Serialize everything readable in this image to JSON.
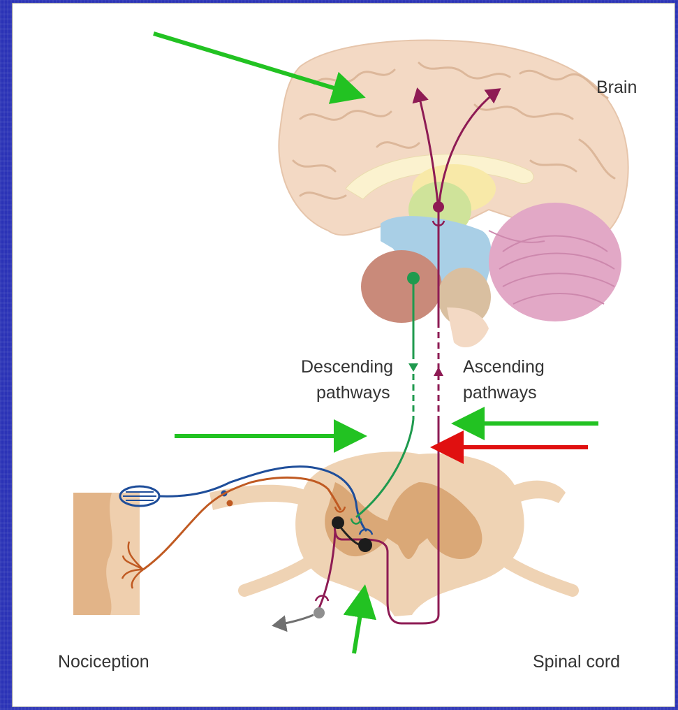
{
  "labels": {
    "brain": "Brain",
    "descending_line1": "Descending",
    "descending_line2": "pathways",
    "ascending_line1": "Ascending",
    "ascending_line2": "pathways",
    "nociception": "Nociception",
    "spinal_cord": "Spinal cord"
  },
  "colors": {
    "background": "#2b33b6",
    "panel": "#ffffff",
    "ascending_pathway": "#8e1b54",
    "descending_pathway": "#1f9a4e",
    "sensory_a_beta": "#1f4e9a",
    "sensory_nociceptor": "#c05a22",
    "annotation_green": "#22c222",
    "annotation_red": "#e01010",
    "brain_tissue": "#f3d9c4",
    "spinal_cord_tissue": "#efd3b4",
    "gray_matter": "#d6a06c"
  }
}
